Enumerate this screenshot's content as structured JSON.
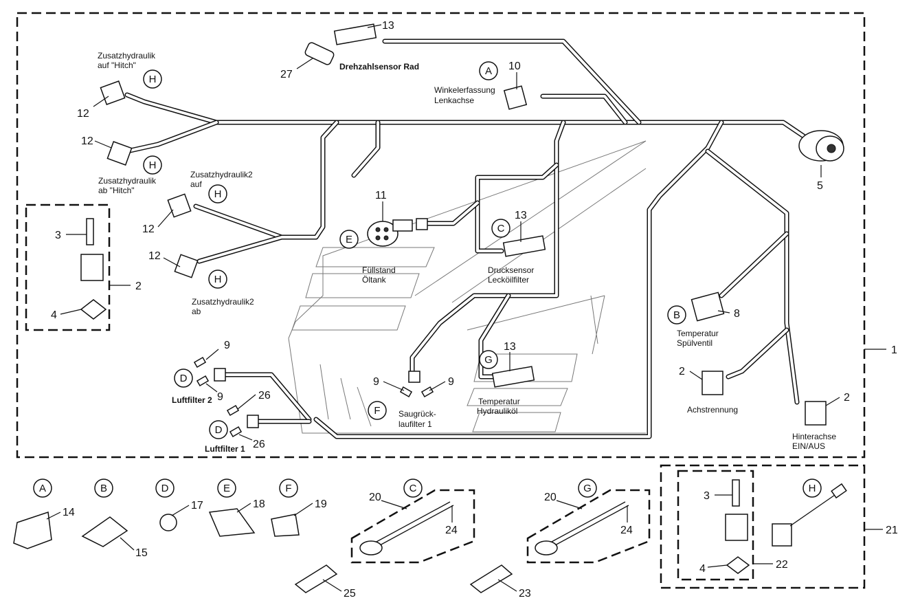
{
  "labels": {
    "n1": "1",
    "n2a": "2",
    "n2b": "2",
    "n2c": "2",
    "n3a": "3",
    "n3b": "3",
    "n4a": "4",
    "n4b": "4",
    "n5": "5",
    "n8": "8",
    "n9a": "9",
    "n9b": "9",
    "n9c": "9",
    "n9d": "9",
    "n10": "10",
    "n11": "11",
    "n12a": "12",
    "n12b": "12",
    "n12c": "12",
    "n12d": "12",
    "n13a": "13",
    "n13b": "13",
    "n13c": "13",
    "n14": "14",
    "n15": "15",
    "n17": "17",
    "n18": "18",
    "n19": "19",
    "n20a": "20",
    "n20b": "20",
    "n21": "21",
    "n22": "22",
    "n23": "23",
    "n24a": "24",
    "n24b": "24",
    "n25": "25",
    "n26a": "26",
    "n26b": "26",
    "n27": "27"
  },
  "circles": {
    "A_top": "A",
    "A_bot": "A",
    "B_right": "B",
    "B_bot": "B",
    "C_top": "C",
    "C_bot": "C",
    "D_top": "D",
    "D_mid": "D",
    "D_bot": "D",
    "E_top": "E",
    "E_bot": "E",
    "F_top": "F",
    "F_bot": "F",
    "G_top": "G",
    "G_bot": "G",
    "H1": "H",
    "H2": "H",
    "H3": "H",
    "H4": "H",
    "H_bot": "H"
  },
  "text": {
    "zusatz_hitch_auf_1": "Zusatzhydraulik",
    "zusatz_hitch_auf_2": "auf \"Hitch\"",
    "zusatz_hitch_ab_1": "Zusatzhydraulik",
    "zusatz_hitch_ab_2": "ab \"Hitch\"",
    "zusatz2_auf_1": "Zusatzhydraulik2",
    "zusatz2_auf_2": "auf",
    "zusatz2_ab_1": "Zusatzhydraulik2",
    "zusatz2_ab_2": "ab",
    "drehzahl": "Drehzahlsensor Rad",
    "winkel_1": "Winkelerfassung",
    "winkel_2": "Lenkachse",
    "fuell_1": "Füllstand",
    "fuell_2": "Öltank",
    "druck_1": "Drucksensor",
    "druck_2": "Lecköilfilter",
    "temp_spuel_1": "Temperatur",
    "temp_spuel_2": "Spülventil",
    "achstrennung": "Achstrennung",
    "hinterachse_1": "Hinterachse",
    "hinterachse_2": "EIN/AUS",
    "luftfilter2": "Luftfilter 2",
    "luftfilter1": "Luftfilter 1",
    "saug_1": "Saugrück-",
    "saug_2": "laufilter 1",
    "temp_hyd_1": "Temperatur",
    "temp_hyd_2": "Hydrauliköl"
  }
}
